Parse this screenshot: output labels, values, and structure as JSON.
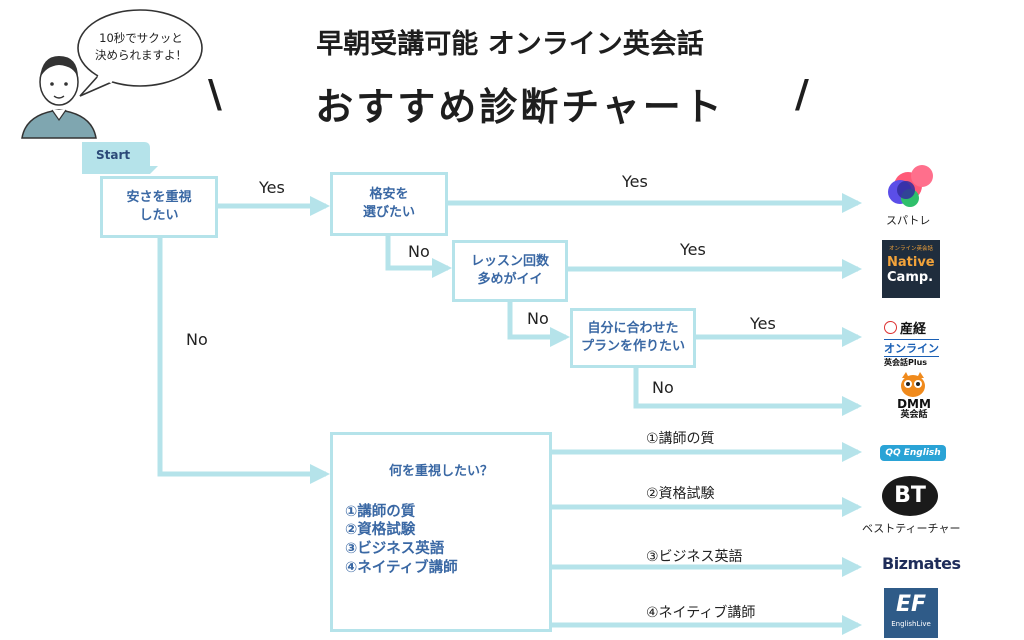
{
  "header": {
    "title_line1": "早朝受講可能 オンライン英会話",
    "title_line2": "おすすめ診断チャート",
    "slash_left": "\\",
    "slash_right": "/",
    "speech_bubble": [
      "10秒でサクッと",
      "決められますよ！"
    ]
  },
  "start_tab": "Start",
  "boxes": {
    "q1": [
      "安さを重視",
      "したい"
    ],
    "q2": [
      "格安を",
      "選びたい"
    ],
    "q3": [
      "レッスン回数",
      "多めがイイ"
    ],
    "q4": [
      "自分に合わせた",
      "プランを作りたい"
    ],
    "q5": {
      "question": "何を重視したい？",
      "options": [
        "①講師の質",
        "②資格試験",
        "③ビジネス英語",
        "④ネイティブ講師"
      ]
    }
  },
  "edge_labels": {
    "q1_yes": "Yes",
    "q1_no": "No",
    "q2_yes": "Yes",
    "q2_no": "No",
    "q3_yes": "Yes",
    "q3_no": "No",
    "q4_yes": "Yes",
    "q4_no": "No",
    "opt1": "①講師の質",
    "opt2": "②資格試験",
    "opt3": "③ビジネス英語",
    "opt4": "④ネイティブ講師"
  },
  "brands": {
    "sparte_caption": "スパトレ",
    "native_line1": "オンライン英会話",
    "native_line2": "Native",
    "native_line3": "Camp.",
    "sankei_line1": "産経",
    "sankei_line2": "オンライン",
    "sankei_line3": "英会話Plus",
    "dmm_line1": "DMM",
    "dmm_line2": "英会話",
    "qq_logo": "QQ English",
    "bt_logo": "BT",
    "bt_caption": "ベストティーチャー",
    "bizmates_logo": "Bizmates",
    "ef_logo": "EF",
    "ef_caption": "EnglishLive"
  },
  "colors": {
    "arrow": "#b5e3ea",
    "box_text": "#3a68a4",
    "native_bg": "#1f2d3d",
    "native_accent": "#f2a33a",
    "dmm_orange": "#f08a1c",
    "qq_blue": "#2aa3d6",
    "bizmates_navy": "#1f2d5a",
    "ef_blue": "#2f5b88"
  }
}
